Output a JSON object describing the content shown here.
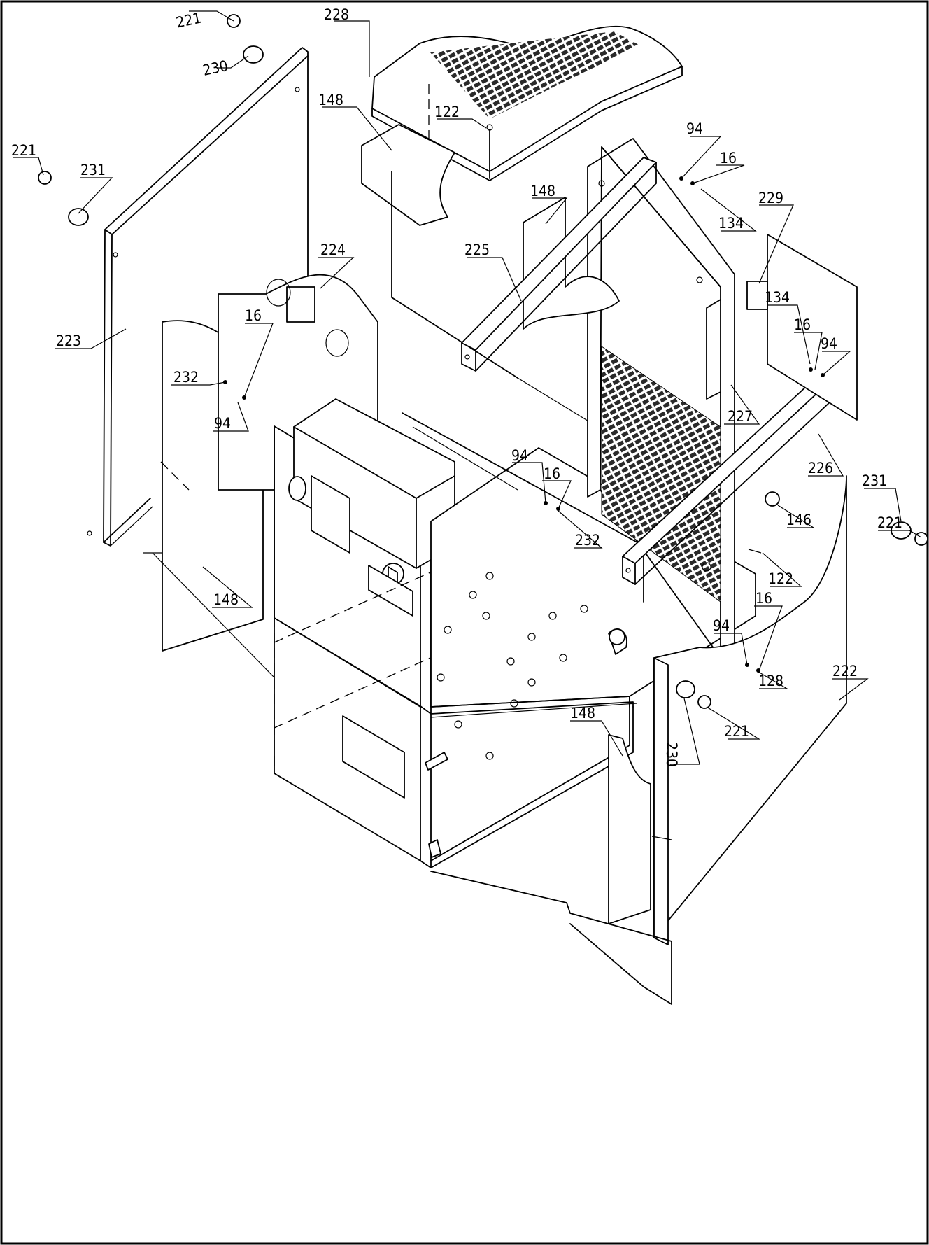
{
  "figure": {
    "part_labels": [
      {
        "id": "a1",
        "text": "221"
      },
      {
        "id": "a2",
        "text": "230"
      },
      {
        "id": "a3",
        "text": "221"
      },
      {
        "id": "a4",
        "text": "231"
      },
      {
        "id": "a5",
        "text": "228"
      },
      {
        "id": "a6",
        "text": "148"
      },
      {
        "id": "a7",
        "text": "122"
      },
      {
        "id": "a8",
        "text": "94"
      },
      {
        "id": "a9",
        "text": "16"
      },
      {
        "id": "a10",
        "text": "134"
      },
      {
        "id": "a11",
        "text": "148"
      },
      {
        "id": "a12",
        "text": "229"
      },
      {
        "id": "a13",
        "text": "225"
      },
      {
        "id": "a14",
        "text": "224"
      },
      {
        "id": "a15",
        "text": "134"
      },
      {
        "id": "a16",
        "text": "16"
      },
      {
        "id": "a17",
        "text": "94"
      },
      {
        "id": "a18",
        "text": "223"
      },
      {
        "id": "a19",
        "text": "16"
      },
      {
        "id": "a20",
        "text": "232"
      },
      {
        "id": "a21",
        "text": "94"
      },
      {
        "id": "a22",
        "text": "227"
      },
      {
        "id": "a23",
        "text": "94"
      },
      {
        "id": "a24",
        "text": "16"
      },
      {
        "id": "a25",
        "text": "226"
      },
      {
        "id": "a26",
        "text": "232"
      },
      {
        "id": "a27",
        "text": "231"
      },
      {
        "id": "a28",
        "text": "146"
      },
      {
        "id": "a29",
        "text": "221"
      },
      {
        "id": "a30",
        "text": "148"
      },
      {
        "id": "a31",
        "text": "122"
      },
      {
        "id": "a32",
        "text": "16"
      },
      {
        "id": "a33",
        "text": "94"
      },
      {
        "id": "a34",
        "text": "128"
      },
      {
        "id": "a35",
        "text": "222"
      },
      {
        "id": "a36",
        "text": "230"
      },
      {
        "id": "a37",
        "text": "221"
      },
      {
        "id": "a38",
        "text": "148"
      }
    ]
  }
}
